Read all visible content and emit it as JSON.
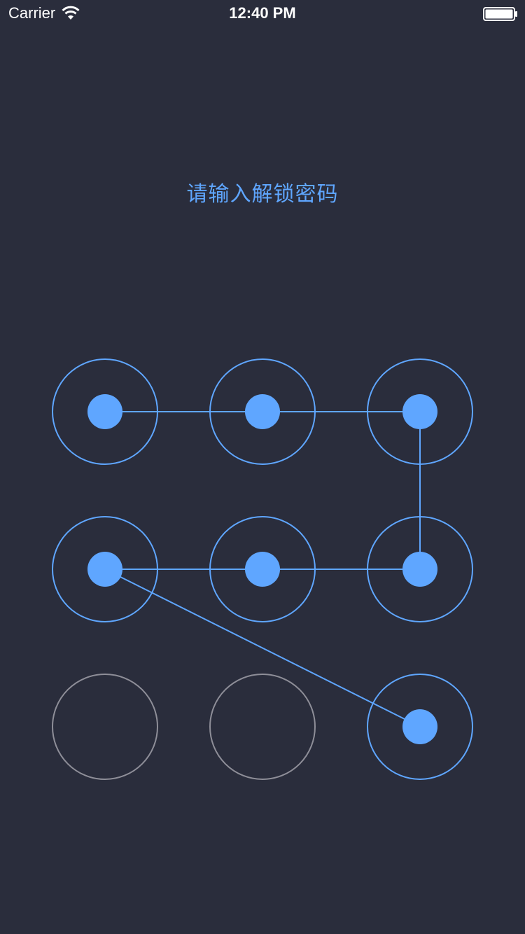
{
  "status_bar": {
    "carrier": "Carrier",
    "time": "12:40 PM",
    "wifi_icon": "wifi-icon",
    "battery_icon": "battery-icon"
  },
  "prompt": {
    "text": "请输入解锁密码"
  },
  "pattern": {
    "rows": 3,
    "cols": 3,
    "selected_nodes": [
      0,
      1,
      2,
      5,
      4,
      3,
      8
    ],
    "colors": {
      "active": "#5fa6ff",
      "inactive": "#8e8e98",
      "background": "#2a2d3c"
    }
  }
}
